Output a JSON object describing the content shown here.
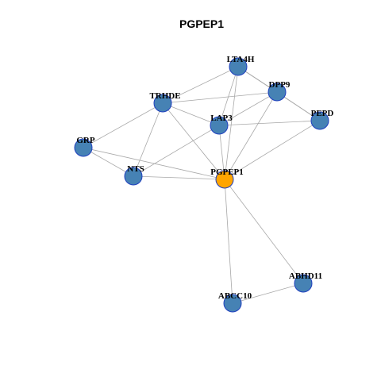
{
  "title": "PGPEP1",
  "colors": {
    "node_fill": "#4682b4",
    "focus_fill": "#ffa500",
    "node_border": "#1f3fbf",
    "edge": "#a8a8a8"
  },
  "nodes": [
    {
      "id": "LTA4H",
      "label": "LTA4H",
      "focus": false
    },
    {
      "id": "DPP9",
      "label": "DPP9",
      "focus": false
    },
    {
      "id": "TRHDE",
      "label": "TRHDE",
      "focus": false
    },
    {
      "id": "PEPD",
      "label": "PEPD",
      "focus": false
    },
    {
      "id": "LAP3",
      "label": "LAP3",
      "focus": false
    },
    {
      "id": "GRP",
      "label": "GRP",
      "focus": false
    },
    {
      "id": "NTS",
      "label": "NTS",
      "focus": false
    },
    {
      "id": "PGPEP1",
      "label": "PGPEP1",
      "focus": true
    },
    {
      "id": "ABHD11",
      "label": "ABHD11",
      "focus": false
    },
    {
      "id": "ABCC10",
      "label": "ABCC10",
      "focus": false
    }
  ],
  "edges": [
    [
      "LTA4H",
      "DPP9"
    ],
    [
      "LTA4H",
      "TRHDE"
    ],
    [
      "LTA4H",
      "LAP3"
    ],
    [
      "LTA4H",
      "PGPEP1"
    ],
    [
      "LTA4H",
      "PEPD"
    ],
    [
      "DPP9",
      "TRHDE"
    ],
    [
      "DPP9",
      "LAP3"
    ],
    [
      "DPP9",
      "PEPD"
    ],
    [
      "DPP9",
      "PGPEP1"
    ],
    [
      "TRHDE",
      "LAP3"
    ],
    [
      "TRHDE",
      "GRP"
    ],
    [
      "TRHDE",
      "NTS"
    ],
    [
      "TRHDE",
      "PGPEP1"
    ],
    [
      "LAP3",
      "PEPD"
    ],
    [
      "LAP3",
      "NTS"
    ],
    [
      "LAP3",
      "PGPEP1"
    ],
    [
      "PEPD",
      "PGPEP1"
    ],
    [
      "GRP",
      "NTS"
    ],
    [
      "GRP",
      "PGPEP1"
    ],
    [
      "NTS",
      "PGPEP1"
    ],
    [
      "PGPEP1",
      "ABHD11"
    ],
    [
      "PGPEP1",
      "ABCC10"
    ],
    [
      "ABHD11",
      "ABCC10"
    ]
  ]
}
